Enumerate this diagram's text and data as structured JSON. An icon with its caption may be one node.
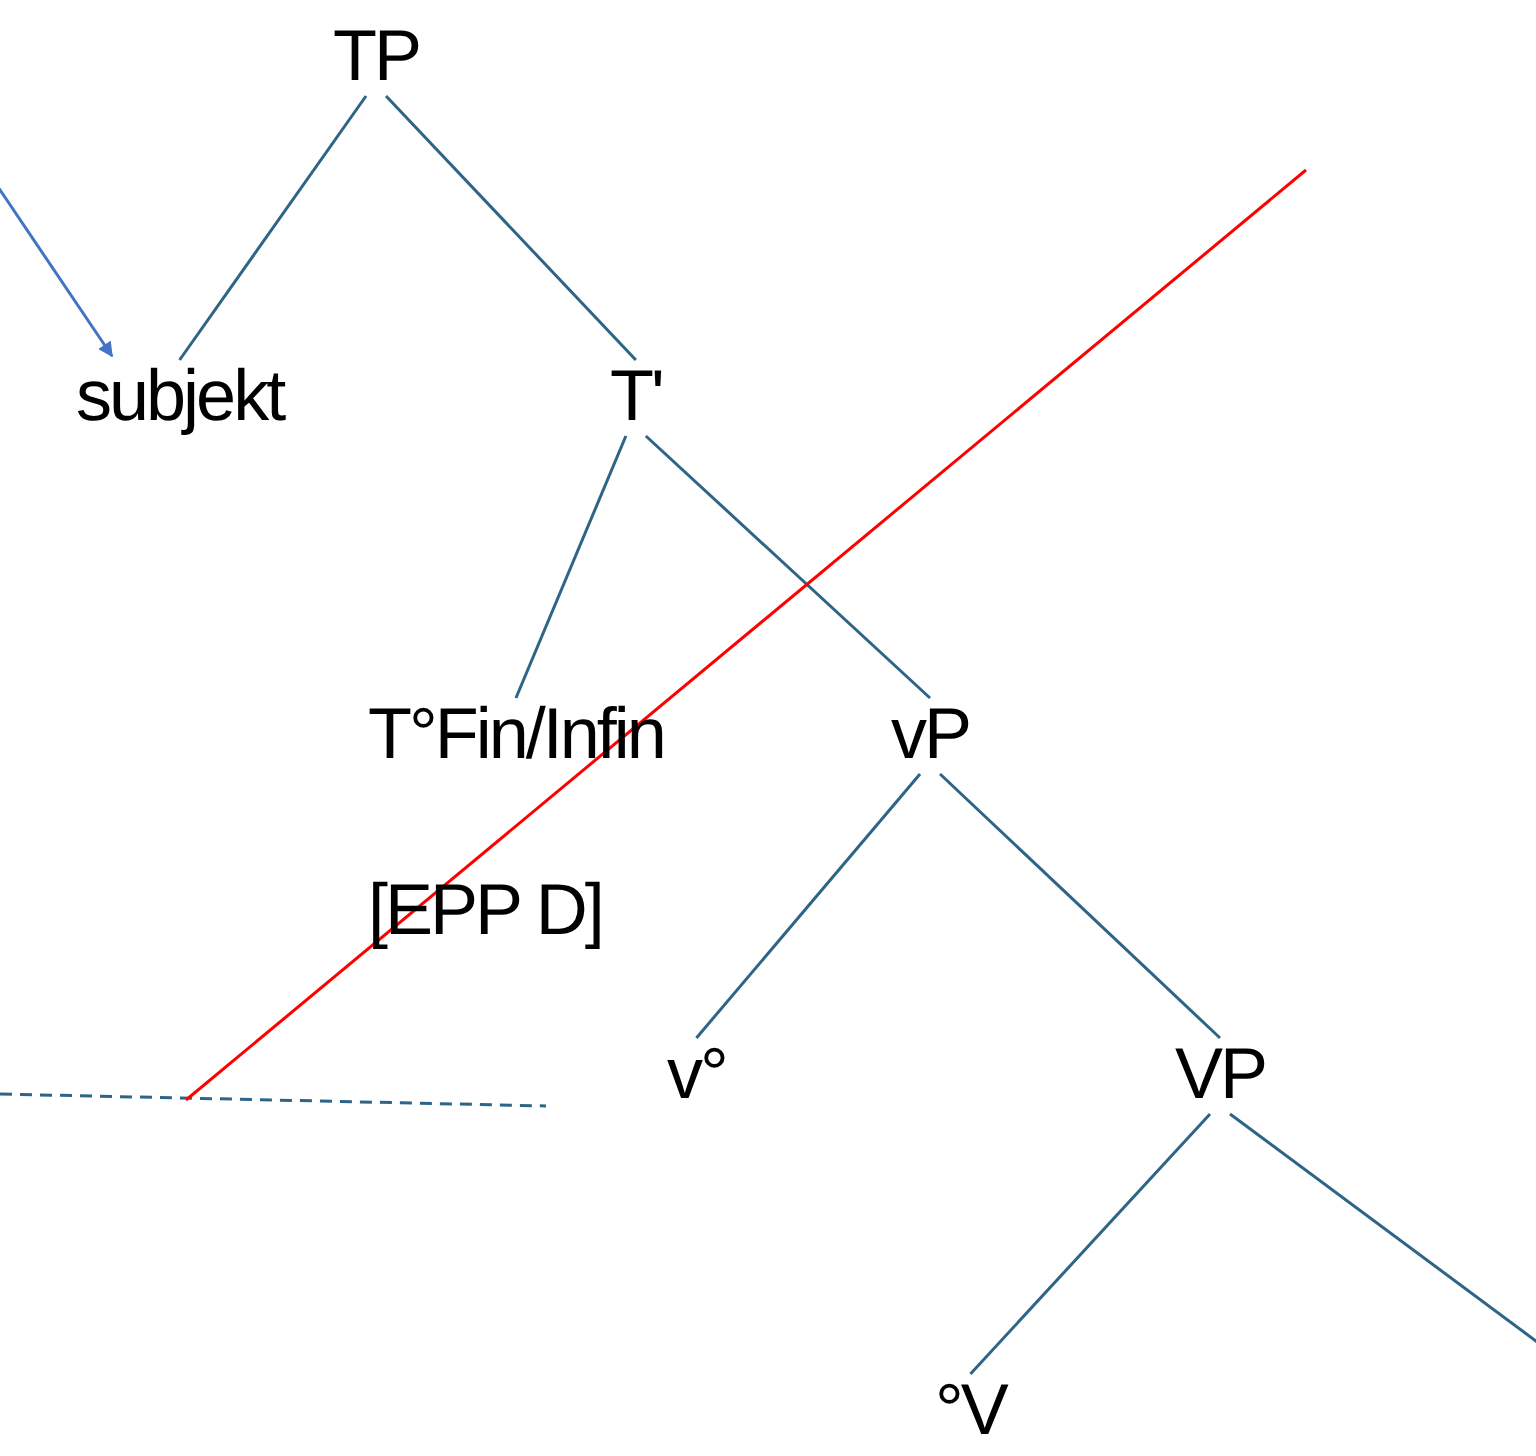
{
  "diagram": {
    "nodes": [
      {
        "text": [
          "TP"
        ]
      },
      {
        "text": [
          "subjekt"
        ]
      },
      {
        "text": [
          "T'"
        ]
      },
      {
        "text": [
          "T°Fin/Infin",
          "[EPP D]"
        ]
      },
      {
        "text": [
          "vP"
        ]
      },
      {
        "text": [
          "v°"
        ]
      },
      {
        "text": [
          "VP"
        ]
      },
      {
        "text": [
          "°V"
        ]
      }
    ],
    "edges": [
      {
        "from": 0,
        "to": 1,
        "arrow": "none"
      },
      {
        "from": 0,
        "to": 2,
        "arrow": "none"
      },
      {
        "from": 2,
        "to": 3,
        "arrow": "none"
      },
      {
        "from": 2,
        "to": 4,
        "arrow": "none"
      },
      {
        "from": 4,
        "to": 5,
        "arrow": "none"
      },
      {
        "from": 4,
        "to": 6,
        "arrow": "none"
      },
      {
        "from": 6,
        "to": 7,
        "arrow": "none"
      },
      {
        "from": 6,
        "to": null,
        "arrow": "none"
      },
      {
        "from": null,
        "to": 1,
        "arrow": "to",
        "color": "#4472c4"
      }
    ]
  }
}
